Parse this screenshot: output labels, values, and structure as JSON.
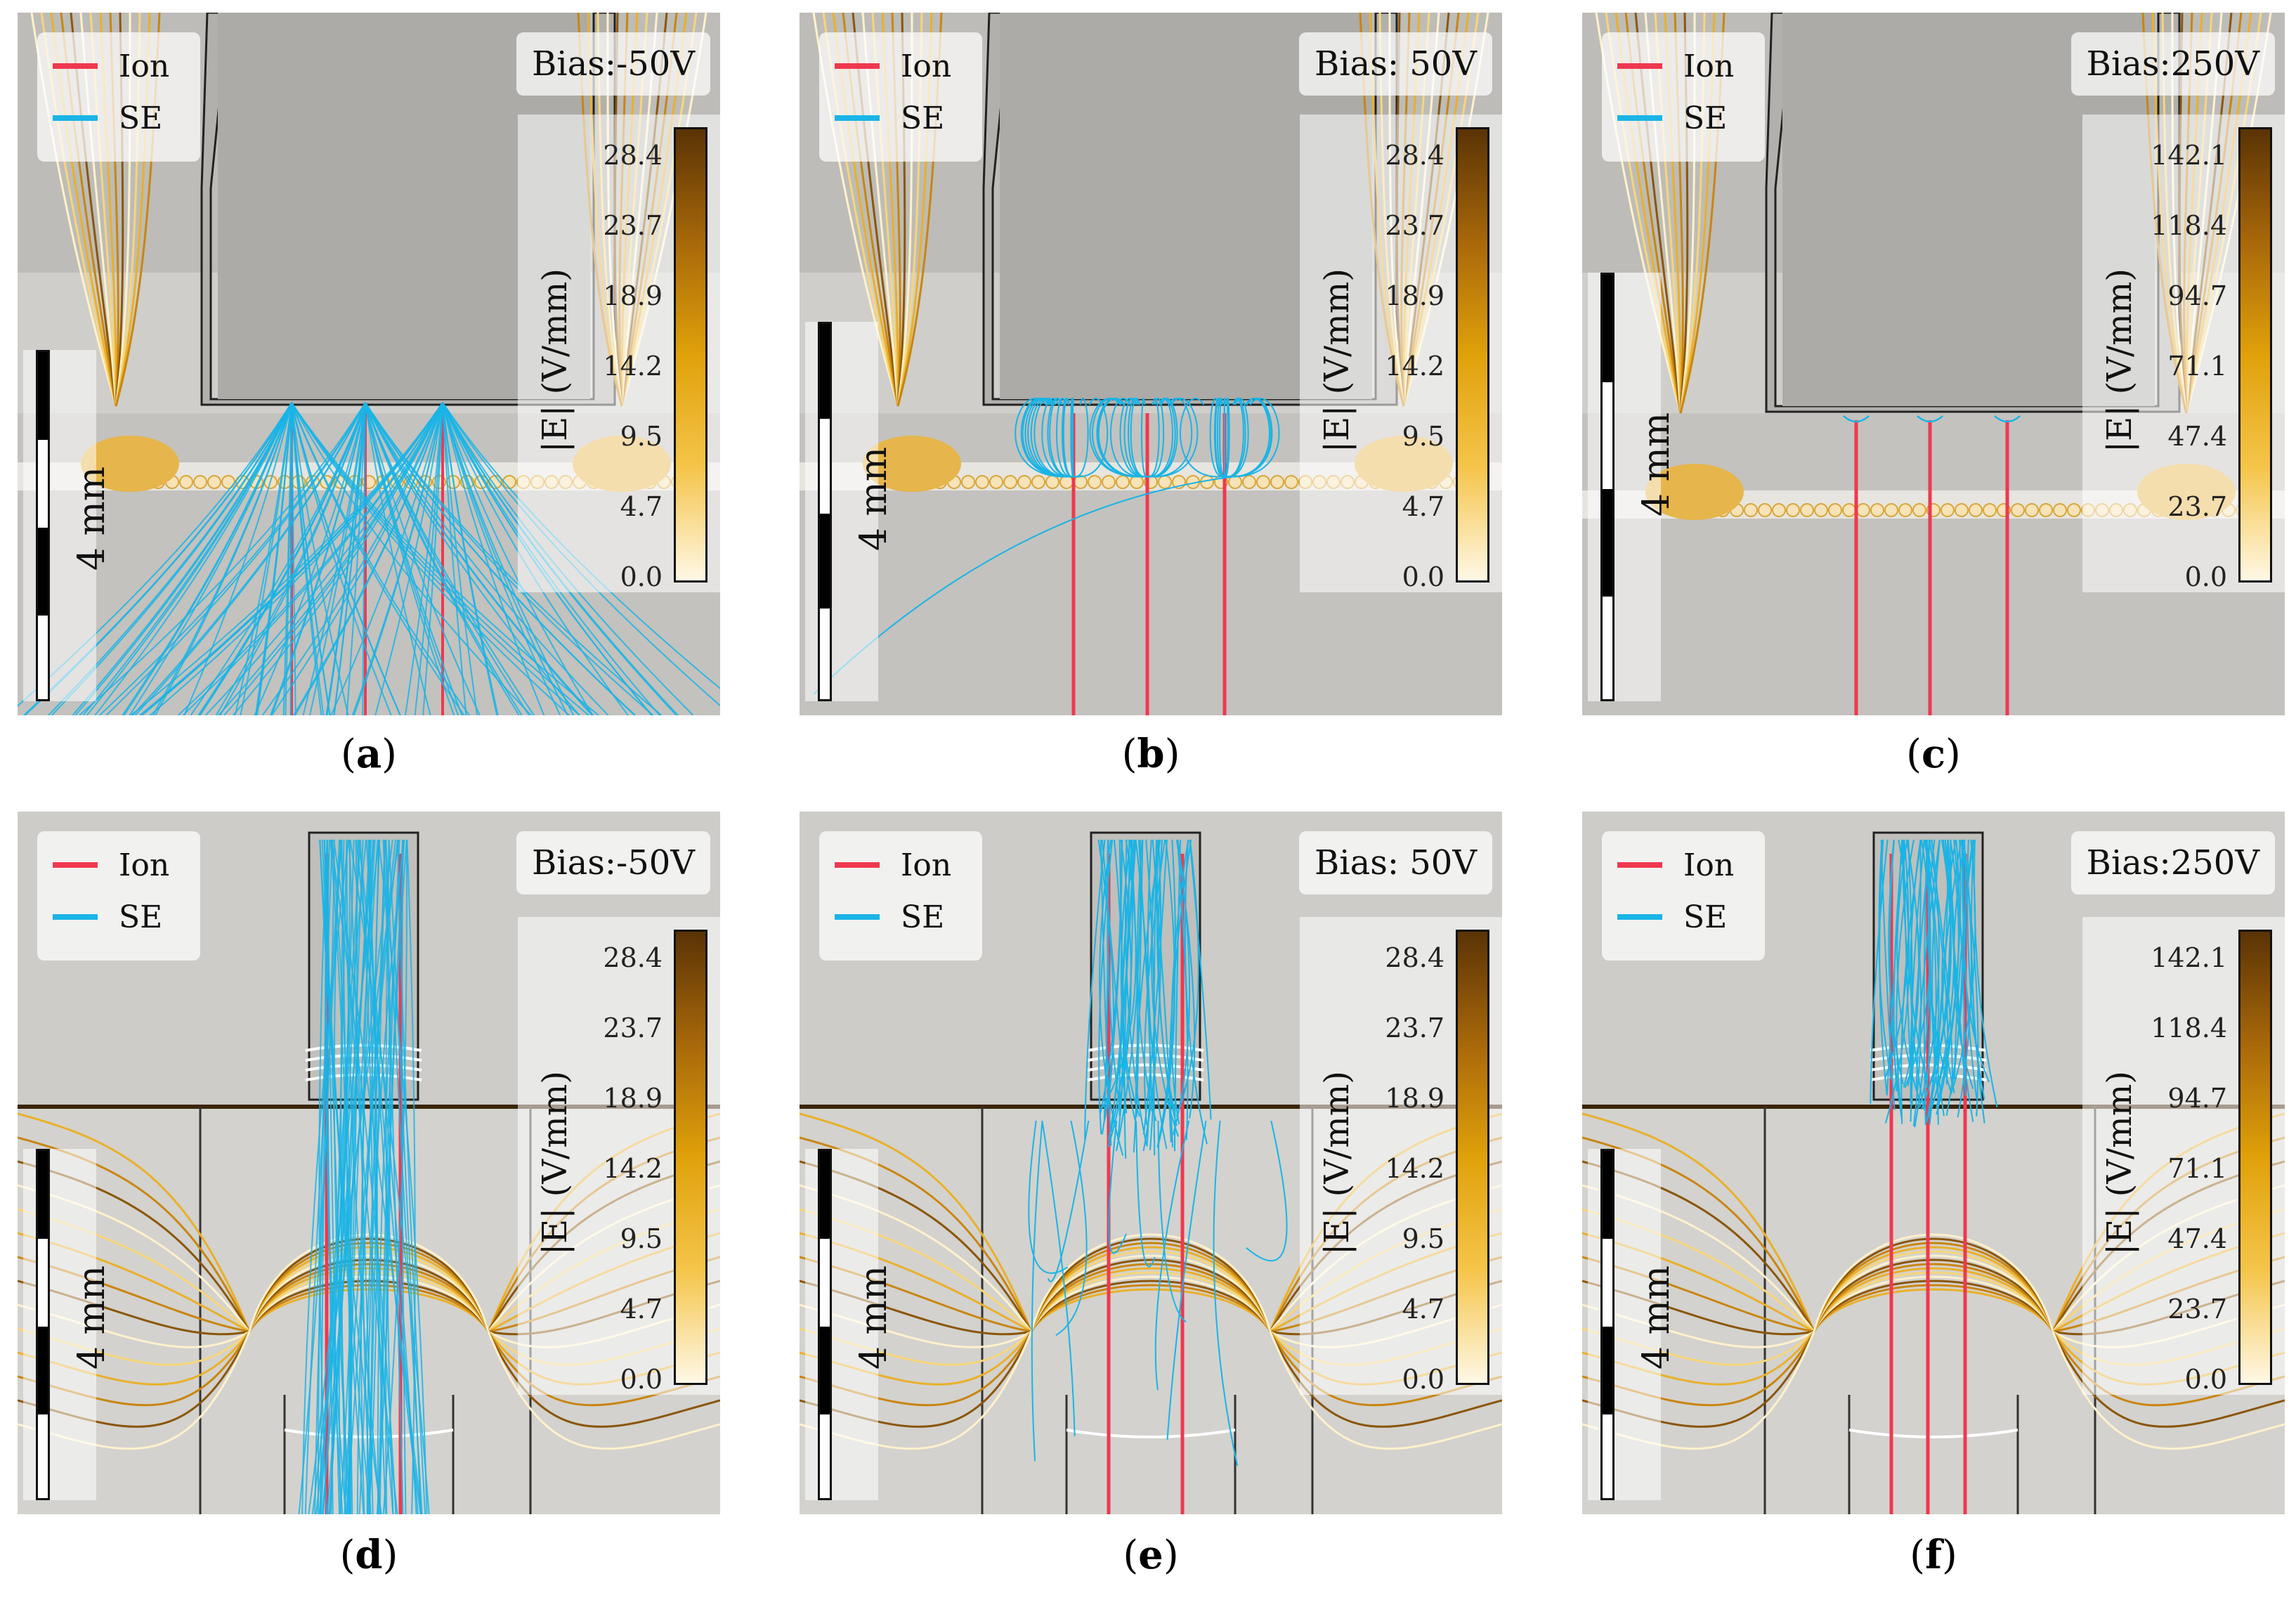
{
  "legend": {
    "ion_label": "Ion",
    "se_label": "SE",
    "ion_color": "#f0384f",
    "se_color": "#1ab4e6"
  },
  "colorbar": {
    "label": "|E| (V/mm)",
    "cmap": [
      "#fff8e6",
      "#f5c54a",
      "#e0a10a",
      "#a8680a",
      "#5a3305"
    ]
  },
  "scale_label": "4 mm",
  "panels": [
    {
      "id": "a",
      "caption": "(a)",
      "bias": "Bias:-50V",
      "ticks": [
        "28.4",
        "23.7",
        "18.9",
        "14.2",
        "9.5",
        "4.7",
        "0.0"
      ],
      "geometry": "top",
      "se_pattern": "spray"
    },
    {
      "id": "b",
      "caption": "(b)",
      "bias": "Bias: 50V",
      "ticks": [
        "28.4",
        "23.7",
        "18.9",
        "14.2",
        "9.5",
        "4.7",
        "0.0"
      ],
      "geometry": "top",
      "se_pattern": "curl"
    },
    {
      "id": "c",
      "caption": "(c)",
      "bias": "Bias:250V",
      "ticks": [
        "142.1",
        "118.4",
        "94.7",
        "71.1",
        "47.4",
        "23.7",
        "0.0"
      ],
      "geometry": "top",
      "se_pattern": "trap"
    },
    {
      "id": "d",
      "caption": "(d)",
      "bias": "Bias:-50V",
      "ticks": [
        "28.4",
        "23.7",
        "18.9",
        "14.2",
        "9.5",
        "4.7",
        "0.0"
      ],
      "geometry": "bottom",
      "se_pattern": "spray"
    },
    {
      "id": "e",
      "caption": "(e)",
      "bias": "Bias: 50V",
      "ticks": [
        "28.4",
        "23.7",
        "18.9",
        "14.2",
        "9.5",
        "4.7",
        "0.0"
      ],
      "geometry": "bottom",
      "se_pattern": "curl"
    },
    {
      "id": "f",
      "caption": "(f)",
      "bias": "Bias:250V",
      "ticks": [
        "142.1",
        "118.4",
        "94.7",
        "71.1",
        "47.4",
        "23.7",
        "0.0"
      ],
      "geometry": "bottom",
      "se_pattern": "trap"
    }
  ]
}
